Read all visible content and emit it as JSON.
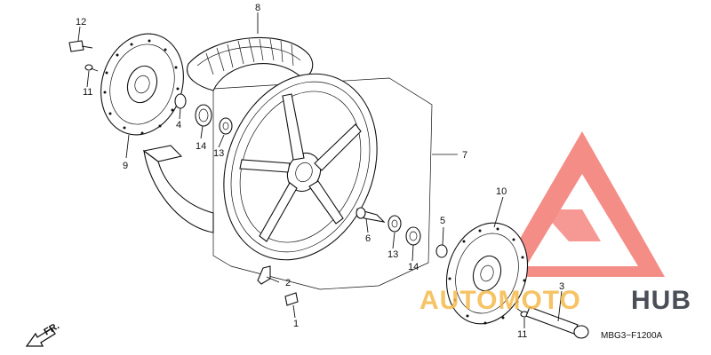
{
  "callouts": {
    "p1": "1",
    "p2": "2",
    "p3": "3",
    "p4": "4",
    "p5": "5",
    "p6": "6",
    "p7": "7",
    "p8": "8",
    "p9": "9",
    "p10": "10",
    "p11a": "11",
    "p11b": "11",
    "p12": "12",
    "p13a": "13",
    "p13b": "13",
    "p14a": "14",
    "p14b": "14"
  },
  "direction_label": "FR.",
  "diagram_code": "MBG3−F1200A",
  "watermark": {
    "text_part1": "AUTOMOTO",
    "text_part2": "HUB",
    "color_red": "#f2675f",
    "color_orange": "#f5b84a",
    "color_dark": "#4a4f57"
  }
}
